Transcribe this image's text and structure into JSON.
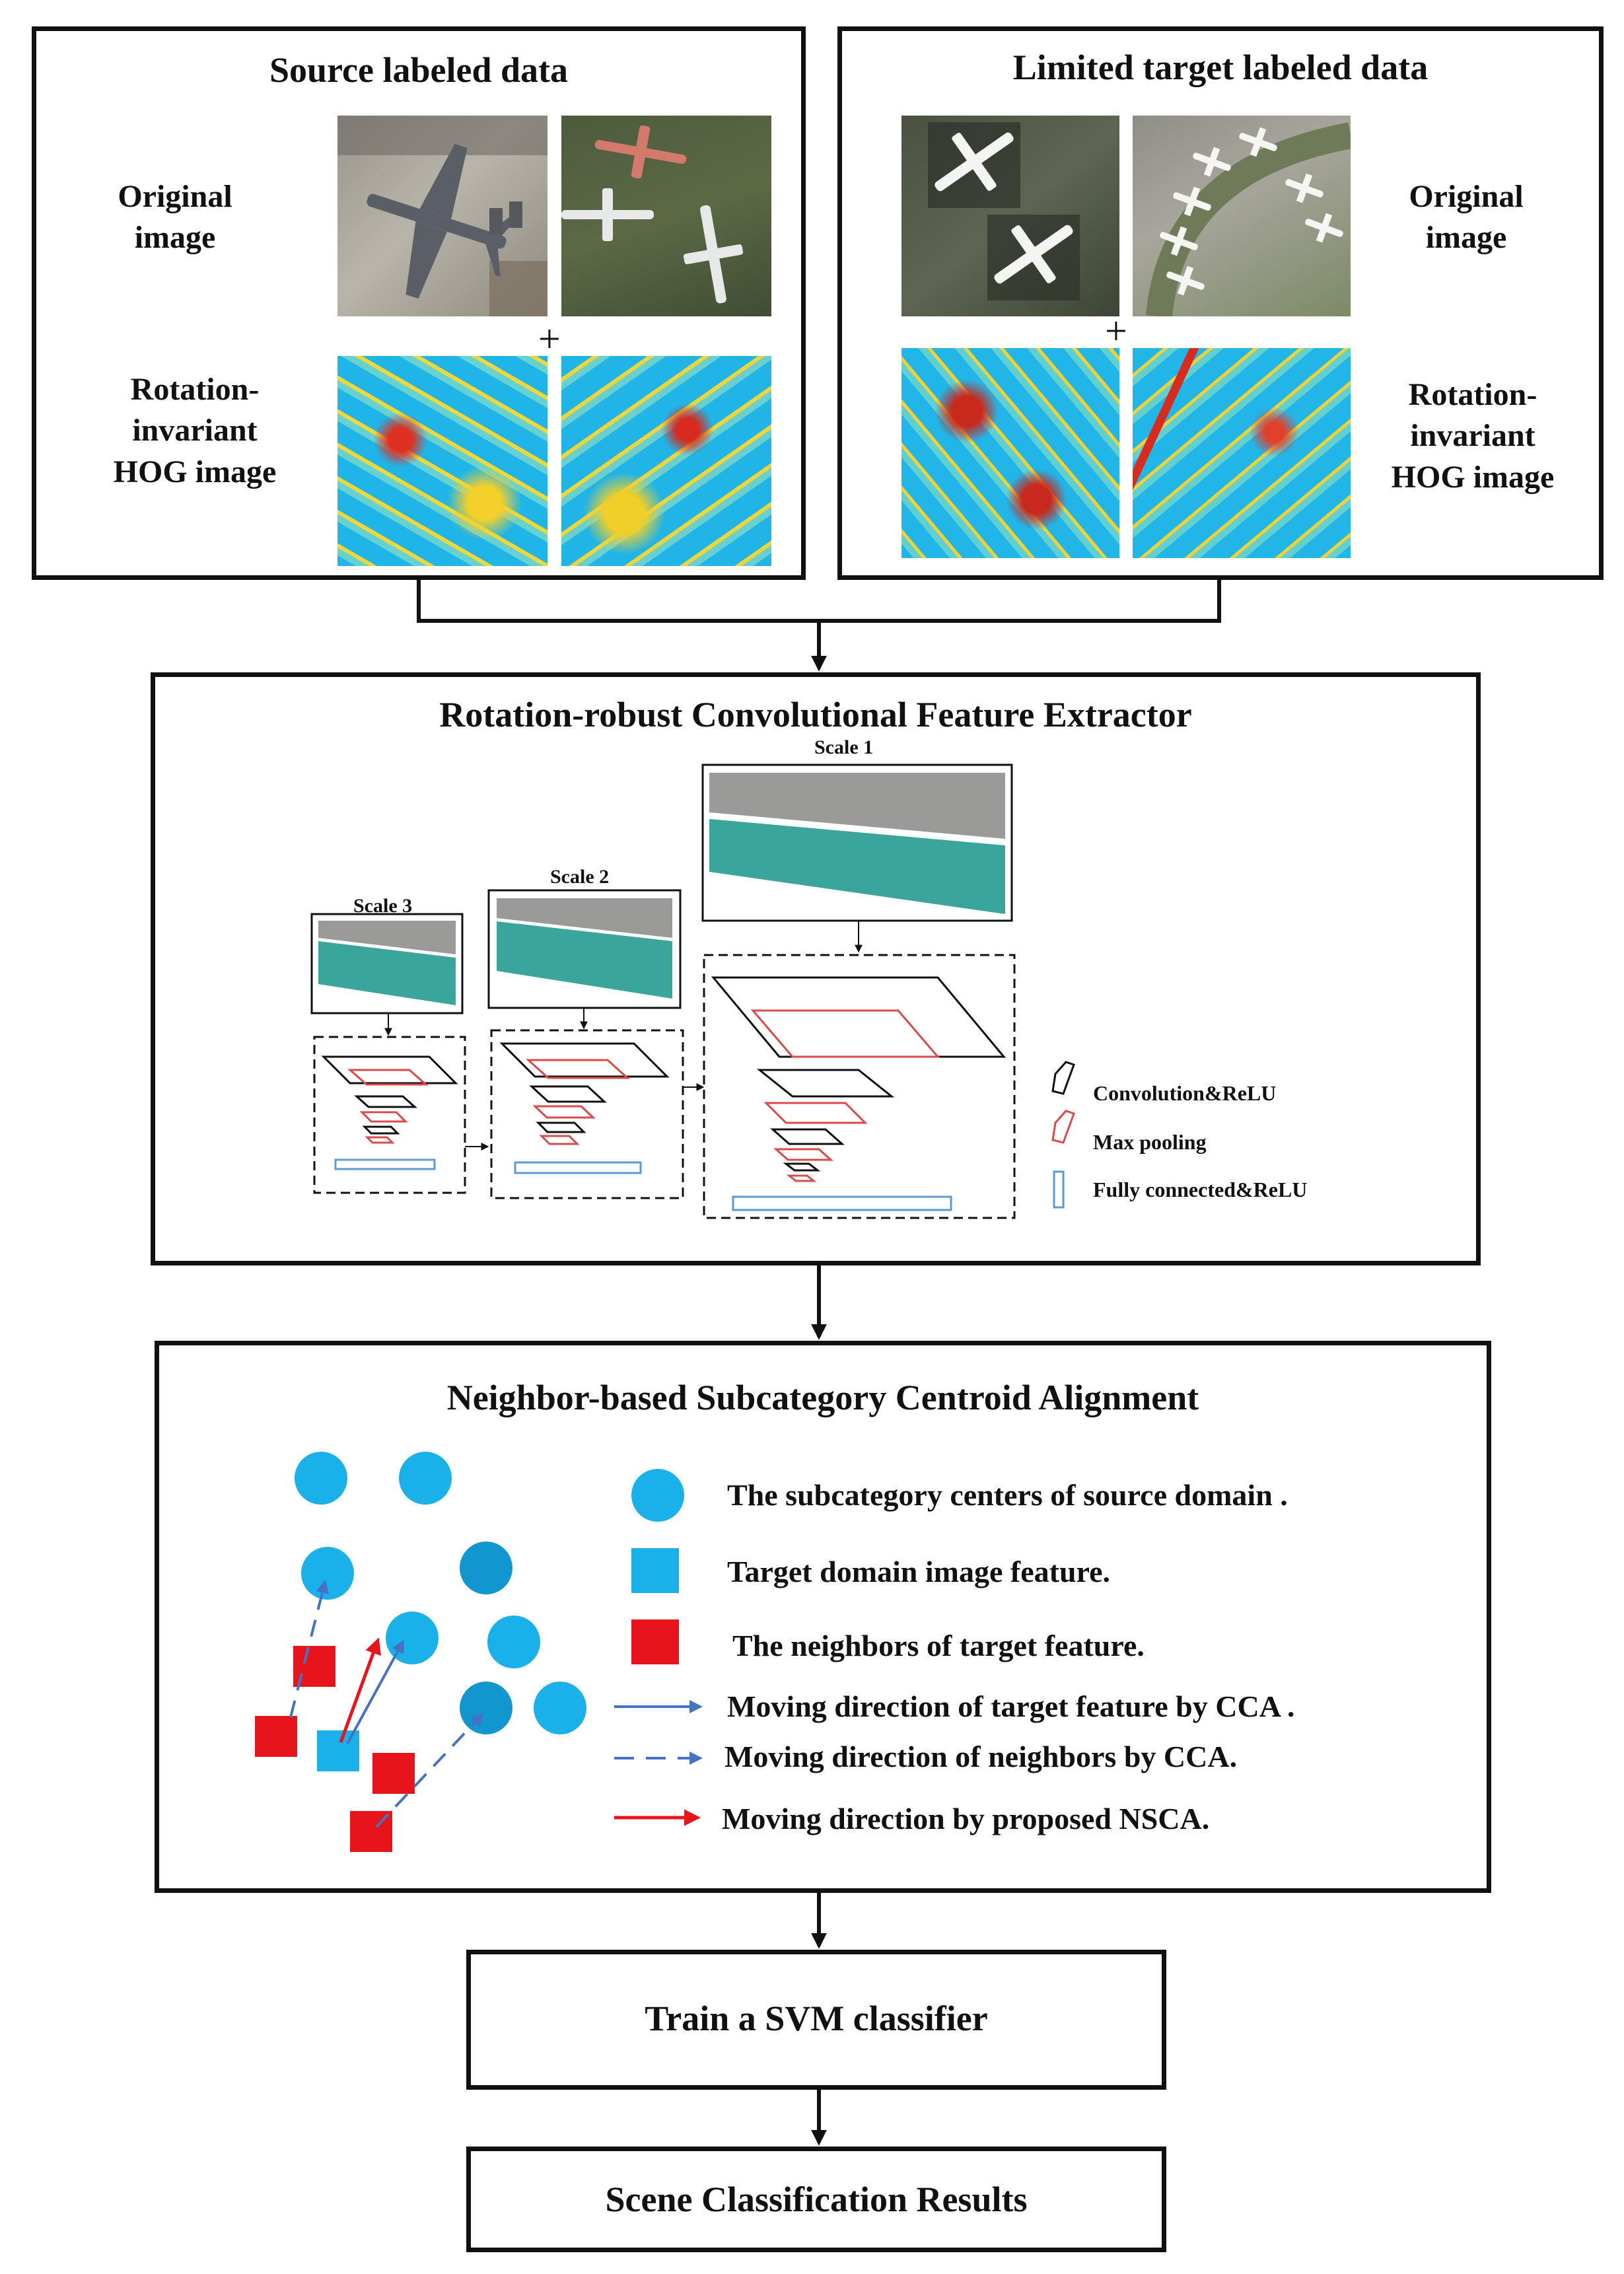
{
  "source_panel": {
    "title": "Source labeled data",
    "original_label_1": "Original",
    "original_label_2": "image",
    "hog_label_1": "Rotation-",
    "hog_label_2": "invariant",
    "hog_label_3": "HOG image",
    "plus": "+"
  },
  "target_panel": {
    "title": "Limited  target labeled data",
    "original_label_1": "Original",
    "original_label_2": "image",
    "hog_label_1": "Rotation-",
    "hog_label_2": "invariant",
    "hog_label_3": "HOG image",
    "plus": "+"
  },
  "extractor_panel": {
    "title": "Rotation-robust Convolutional Feature Extractor",
    "scale_1": "Scale 1",
    "scale_2": "Scale 2",
    "scale_3": "Scale 3",
    "legend": {
      "conv": "Convolution&ReLU",
      "pool": "Max pooling",
      "fc": "Fully connected&ReLU"
    }
  },
  "alignment_panel": {
    "title": "Neighbor-based Subcategory Centroid Alignment",
    "legend": {
      "source_centers": "The subcategory centers of source domain .",
      "target_feature": "Target domain image feature.",
      "neighbors": "The  neighbors of target feature.",
      "cca_target": "Moving direction of  target feature by CCA .",
      "cca_neighbors": "Moving direction of neighbors by CCA.",
      "nsca": "Moving direction by proposed NSCA."
    }
  },
  "svm_box": {
    "label": "Train a SVM classifier"
  },
  "results_box": {
    "label": "Scene Classification Results"
  },
  "colors": {
    "circle": "#1ab0ea",
    "circle_dark": "#1196cf",
    "target_square": "#1ab0ea",
    "neighbor_square": "#e8141b",
    "cca_arrow": "#4472c4",
    "nsca_arrow": "#e8141b",
    "conv_stroke": "#111111",
    "pool_stroke": "#d94a4a",
    "fc_stroke": "#5b9bd5"
  }
}
